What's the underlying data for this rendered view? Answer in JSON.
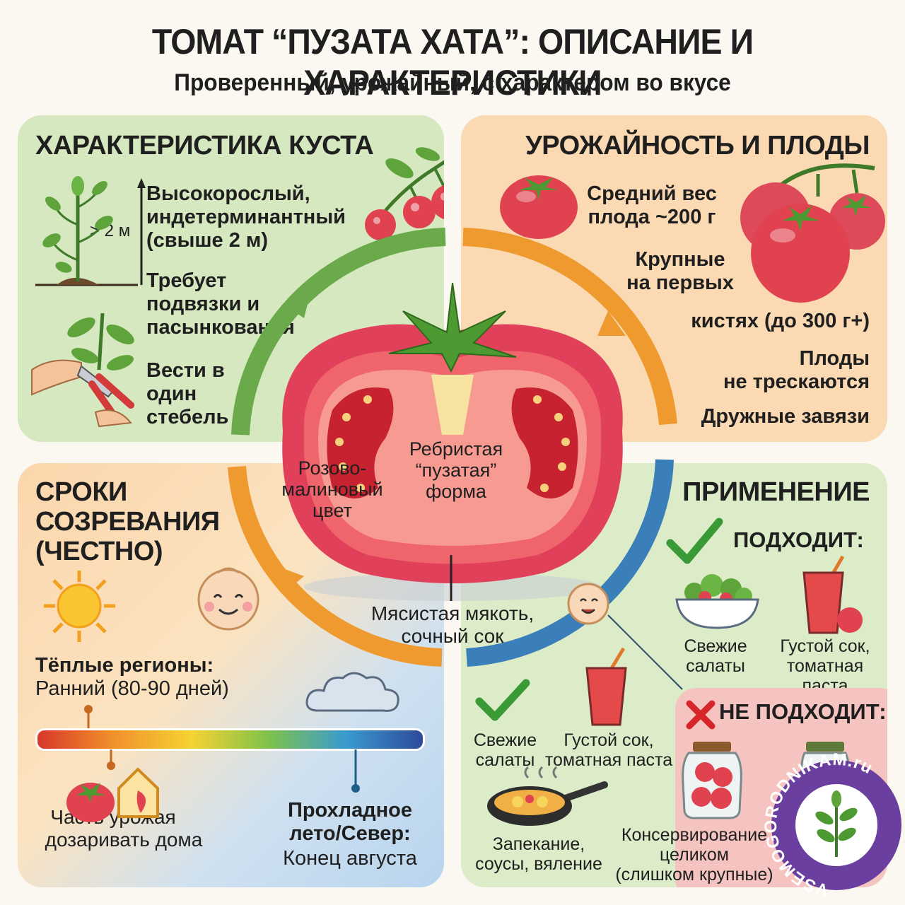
{
  "header": {
    "title": "ТОМАТ “ПУЗАТА ХАТА”: ОПИСАНИЕ И ХАРАКТЕРИСТИКИ",
    "subtitle": "Проверенный, урожайный, с характером во вкусе"
  },
  "bush": {
    "heading": "ХАРАКТЕРИСТИКА КУСТА",
    "height_marker": "> 2 м",
    "line1": "Высокорослый,",
    "line2": "индетерминантный",
    "line3": "(свыше 2 м)",
    "tie_1": "Требует",
    "tie_2": "подвязки и",
    "tie_3": "пасынкования",
    "stem_1": "Вести в",
    "stem_2": "один",
    "stem_3": "стебель"
  },
  "yield": {
    "heading": "УРОЖАЙНОСТЬ И ПЛОДЫ",
    "weight_1": "Средний вес",
    "weight_2": "плода ~200 г",
    "large_1": "Крупные",
    "large_2": "на первых",
    "large_3": "кистях (до 300 г+)",
    "crack_1": "Плоды",
    "crack_2": "не трескаются",
    "set": "Дружные завязи"
  },
  "center": {
    "color_1": "Розово-",
    "color_2": "малиновый",
    "color_3": "цвет",
    "shape_1": "Ребристая",
    "shape_2": "“пузатая”",
    "shape_3": "форма",
    "flesh_1": "Мясистая мякоть,",
    "flesh_2": "сочный сок"
  },
  "ripening": {
    "heading_1": "СРОКИ",
    "heading_2": "СОЗРЕВАНИЯ",
    "heading_3": "(ЧЕСТНО)",
    "warm_label": "Тёплые регионы:",
    "warm_value": "Ранний (80-90 дней)",
    "home_1": "Часть урожая",
    "home_2": "дозаривать дома",
    "cool_1": "Прохладное",
    "cool_2": "лето/Север:",
    "cool_3": "Конец августа"
  },
  "usage": {
    "heading": "ПРИМЕНЕНИЕ",
    "good_label": "ПОДХОДИТ:",
    "salad_1": "Свежие",
    "salad_2": "салаты",
    "juice_1": "Густой сок,",
    "juice_2": "томатная паста",
    "salad_b1": "Свежие",
    "salad_b2": "салаты",
    "juice_b1": "Густой сок,",
    "juice_b2": "томатная паста",
    "bake_1": "Запекание,",
    "bake_2": "соусы, вяление",
    "bad_label": "НЕ ПОДХОДИТ:",
    "can_1": "Консервирование",
    "can_2": "целиком",
    "can_3": "(слишком крупные)"
  },
  "watermark": {
    "text": "VSEMOGORODNIKAM.ru"
  },
  "colors": {
    "green_panel": "#d6e8bf",
    "orange_panel": "#fad9b3",
    "tomato_red": "#e0424f",
    "ring_green": "#6aaa4a",
    "ring_orange": "#ef9a2f",
    "ring_blue": "#3a7fb9",
    "badge_purple": "#6a3fa0"
  }
}
